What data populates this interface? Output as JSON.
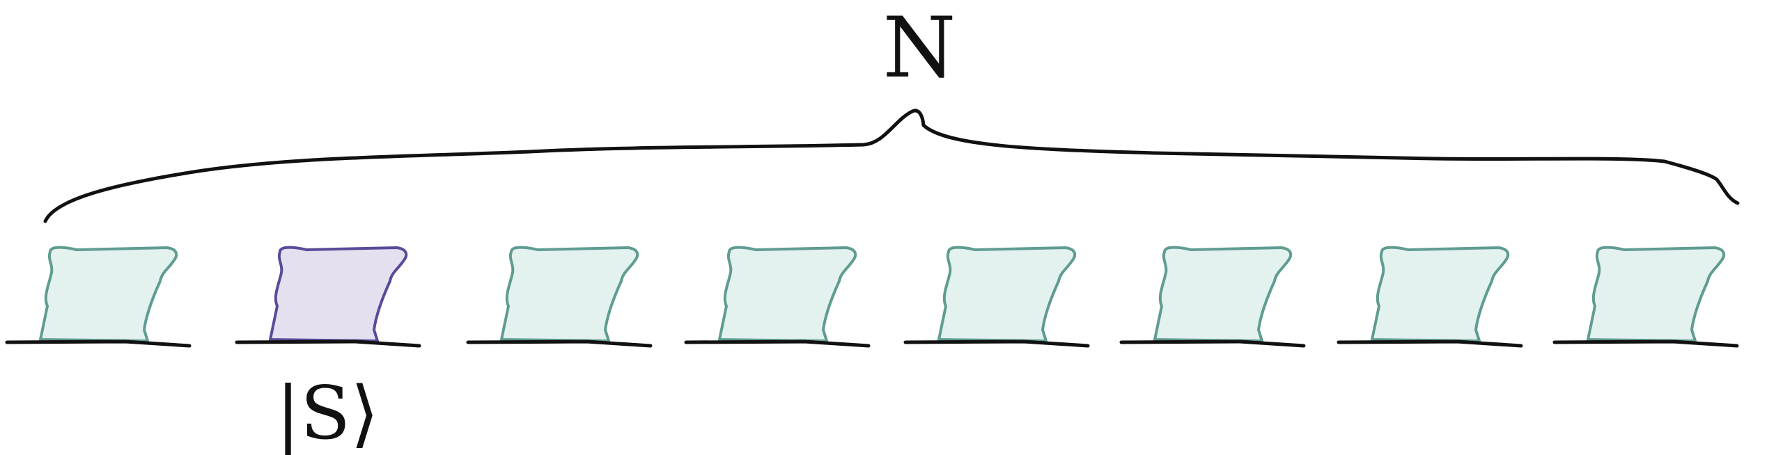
{
  "diagram": {
    "top_label": "N",
    "bottom_label": "|S⟩",
    "item_count": 8,
    "highlighted_index": 1,
    "colors": {
      "ink": "#111111",
      "item_fill": "#e3f1ef",
      "item_stroke": "#5f9c91",
      "highlight_fill": "#e5e0f0",
      "highlight_stroke": "#5a4a99"
    }
  }
}
